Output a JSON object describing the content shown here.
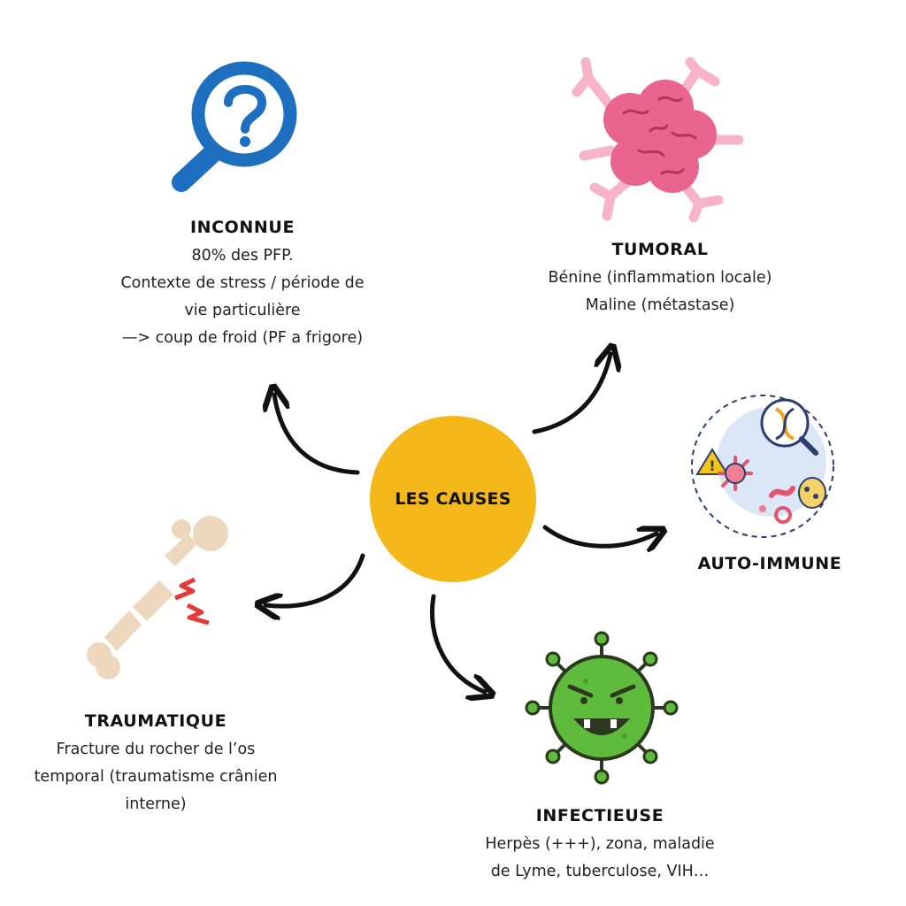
{
  "center": {
    "label": "LES CAUSES",
    "color": "#f5b81b"
  },
  "causes": {
    "inconnue": {
      "title": "INCONNUE",
      "lines": [
        "80% des PFP.",
        "Contexte de stress / période de",
        "vie particulière",
        "—> coup de froid (PF a frigore)"
      ],
      "icon": "magnifier-question-icon"
    },
    "tumoral": {
      "title": "TUMORAL",
      "lines": [
        "Bénine (inflammation locale)",
        "Maline (métastase)"
      ],
      "icon": "tumor-cell-icon"
    },
    "auto_immune": {
      "title": "AUTO-IMMUNE",
      "icon": "autoimmune-cells-icon"
    },
    "traumatique": {
      "title": "TRAUMATIQUE",
      "lines": [
        "Fracture du rocher de l’os",
        "temporal (traumatisme crânien",
        "interne)"
      ],
      "icon": "broken-bone-icon"
    },
    "infectieuse": {
      "title": "INFECTIEUSE",
      "lines": [
        "Herpès (+++), zona, maladie",
        "de Lyme, tuberculose, VIH…"
      ],
      "icon": "virus-icon"
    }
  },
  "colors": {
    "center": "#f5b81b",
    "magnifier": "#1f6fc0",
    "tumor": "#ea6f9a",
    "virus": "#5fbb3c",
    "arrow": "#111111"
  }
}
